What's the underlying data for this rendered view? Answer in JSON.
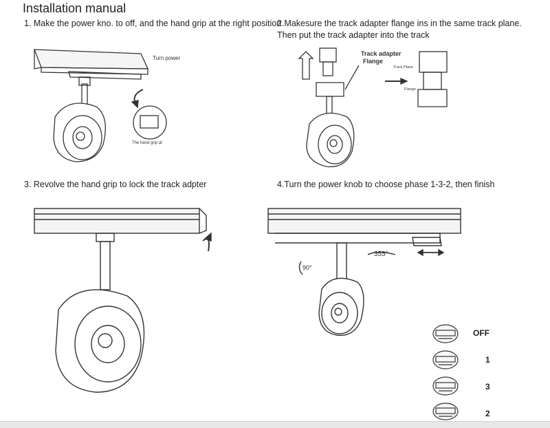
{
  "title": "Installation manual",
  "steps": {
    "s1": "1. Make the power kno. to off, and the hand grip at the right position",
    "s2_line1": "2.Makesure the track adapter flange ins in the same track plane.",
    "s2_line2": "Then put the track adapter into the track",
    "s3": "3. Revolve the hand grip to lock the track adpter",
    "s4": "4.Turn the power knob to choose phase 1-3-2, then finish"
  },
  "labels": {
    "turn_power": "Turn power",
    "hand_grip_at": "The hand grip at",
    "track_adapter": "Track adapter",
    "flange": "Flange",
    "track_plane": "Track Plane",
    "flange_small": "Flange",
    "angle_355": "355°",
    "angle_90": "90°"
  },
  "phases": [
    "OFF",
    "1",
    "3",
    "2"
  ]
}
